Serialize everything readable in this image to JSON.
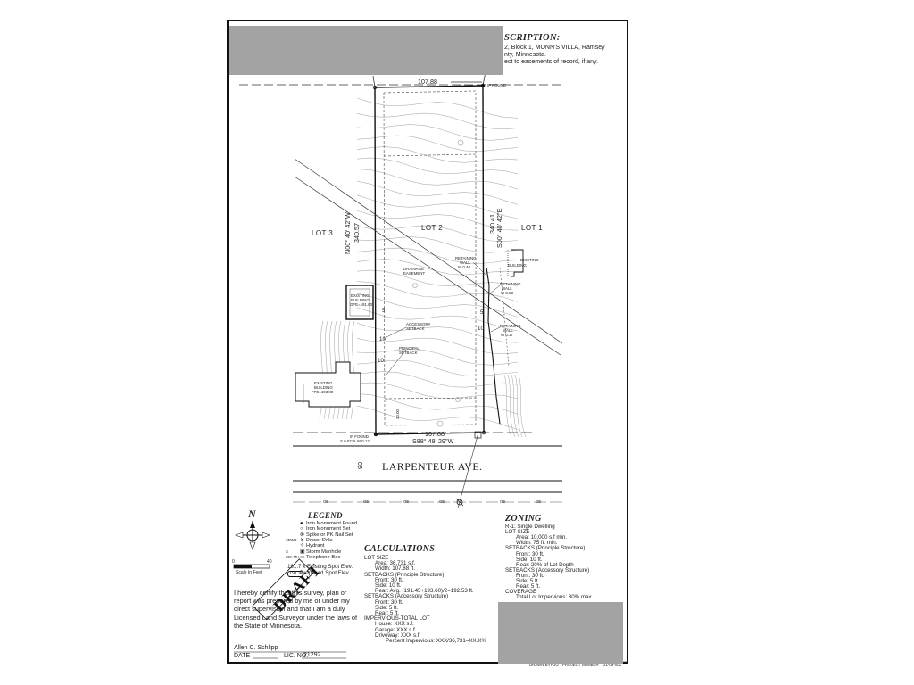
{
  "description": {
    "title": "SCRIPTION:",
    "lines": [
      "2, Block 1, MONN'S VILLA, Ramsey",
      "nty, Minnesota.",
      "ect to easements of record, if any."
    ]
  },
  "plat": {
    "lots": [
      "LOT 3",
      "LOT 2",
      "LOT 1"
    ],
    "top_dimension": "107.88",
    "bottom_dimension": "107.88",
    "bottom_bearing": "S88° 48' 29\"W",
    "west_bearing": "N00° 40' 42\"W",
    "west_dimension": "340.57",
    "east_dimension": "340.41",
    "east_bearing": "S00° 40' 42\"E",
    "street_name": "LARPENTEUR AVE.",
    "street_number": "90",
    "labels": {
      "drainage_easement": [
        "DRAINAGE",
        "EASEMENT"
      ],
      "accessory_setback": [
        "ACCESSORY",
        "SETBACK"
      ],
      "principal_setback": [
        "PRINCIPAL",
        "SETBACK"
      ],
      "retaining_wall_1": [
        "RETAINING",
        "WALL",
        "W 0.40"
      ],
      "retaining_wall_2": [
        "RETAINING",
        "WALL",
        "W 0.88"
      ],
      "retaining_wall_3": [
        "RETAINING",
        "WALL",
        "W 0.17"
      ],
      "existing_building_east": [
        "EXISTING",
        "BUILDING"
      ],
      "existing_building_mid": [
        "EXISTING",
        "BUILDING",
        "GFE=191.60"
      ],
      "existing_building_west": [
        "EXISTING",
        "BUILDING",
        "FFE=193.80"
      ],
      "iron_found_top": "IP FOUND",
      "iron_found_bottom": [
        "IP FOUND",
        "S 0.07' & W 0.12'"
      ],
      "setback_10_a": "10",
      "setback_10_b": "10",
      "setback_10_c": "10",
      "setback_5_a": "5",
      "setback_5_b": "5",
      "setback_30": "30.00",
      "line_oe": "OE"
    }
  },
  "north_arrow": {
    "label": "N"
  },
  "legend": {
    "title": "LEGEND",
    "items": [
      {
        "symbol": "●",
        "text": "Iron Monument Found"
      },
      {
        "symbol": "○",
        "text": "Iron Monument Set"
      },
      {
        "symbol": "⊗",
        "text": "Spike or PK Nail Set"
      },
      {
        "symbol": "✕",
        "text": "Power Pole",
        "prefix": "SPWR"
      },
      {
        "symbol": "✧",
        "text": "Hydrant"
      },
      {
        "symbol": "▣",
        "text": "Storm Manhole",
        "prefix": "S"
      },
      {
        "symbol": "▭",
        "text": "Telephone Box",
        "prefix": "Stm MH"
      }
    ],
    "spot_existing": "191.7 x Existing Spot Elev.",
    "spot_proposed": "Proposed Spot Elev.",
    "spot_proposed_value": "191.9"
  },
  "scale": {
    "zero": "0",
    "forty": "40",
    "label": "Scale In Feet"
  },
  "certification": {
    "text": "I hereby certify that this survey, plan or report was prepared by me or under my direct supervision and that I am a duly Licensed Land Surveyor under the laws of the State of Minnesota.",
    "name": "Allen C. Schlipp",
    "date_label": "DATE",
    "lic_label": "LIC. NO.",
    "lic_number": "21292",
    "draft_stamp": "DRAFT"
  },
  "calculations": {
    "title": "CALCULATIONS",
    "lines": [
      {
        "text": "LOT SIZE",
        "indent": 0
      },
      {
        "text": "Area: 36,731 s.f.",
        "indent": 1
      },
      {
        "text": "Width: 107.88 ft.",
        "indent": 1
      },
      {
        "text": "SETBACKS (Principle Structure)",
        "indent": 0
      },
      {
        "text": "Front: 30 ft.",
        "indent": 1
      },
      {
        "text": "Side: 10 ft.",
        "indent": 1
      },
      {
        "text": "Rear: Avg. (191.45+193.60)/2=192.53 ft.",
        "indent": 1
      },
      {
        "text": "SETBACKS (Accessory Structure)",
        "indent": 0
      },
      {
        "text": "Front: 30 ft.",
        "indent": 1
      },
      {
        "text": "Side: 5 ft.",
        "indent": 1
      },
      {
        "text": "Rear: 5 ft.",
        "indent": 1
      },
      {
        "text": "IMPERVIOUS-TOTAL LOT",
        "indent": 0
      },
      {
        "text": "House: XXX s.f.",
        "indent": 1
      },
      {
        "text": "Garage: XXX s.f.",
        "indent": 1
      },
      {
        "text": "Driveway: XXX s.f.",
        "indent": 1
      },
      {
        "text": "Percent Impervious: XXX/36,731=XX.X%",
        "indent": 2
      }
    ]
  },
  "zoning": {
    "title": "ZONING",
    "lines": [
      {
        "text": "R-1: Single Dwelling",
        "indent": 0
      },
      {
        "text": "LOT SIZE",
        "indent": 0
      },
      {
        "text": "Area: 10,000 s.f min.",
        "indent": 1
      },
      {
        "text": "Width: 75 ft. min.",
        "indent": 1
      },
      {
        "text": "SETBACKS (Principle Structure)",
        "indent": 0
      },
      {
        "text": "Front: 30 ft.",
        "indent": 1
      },
      {
        "text": "Side: 10 ft.",
        "indent": 1
      },
      {
        "text": "Rear: 20% of Lot Depth",
        "indent": 1
      },
      {
        "text": "SETBACKS (Accessory Structure)",
        "indent": 0
      },
      {
        "text": "Front: 30 ft.",
        "indent": 1
      },
      {
        "text": "Side: 5 ft.",
        "indent": 1
      },
      {
        "text": "Rear: 5 ft.",
        "indent": 1
      },
      {
        "text": "COVERAGE",
        "indent": 0
      },
      {
        "text": "Total Lot Impervious: 30% max.",
        "indent": 1
      }
    ]
  },
  "footer": {
    "drawn_by_label": "DRAWN BY",
    "drawn_by_value": "RJG",
    "project_label": "PROJECT NUMBER",
    "project_value": "21-08-001"
  },
  "colors": {
    "redaction": "#a3a3a3",
    "linework": "#222222",
    "contour": "#9a9a9a"
  }
}
